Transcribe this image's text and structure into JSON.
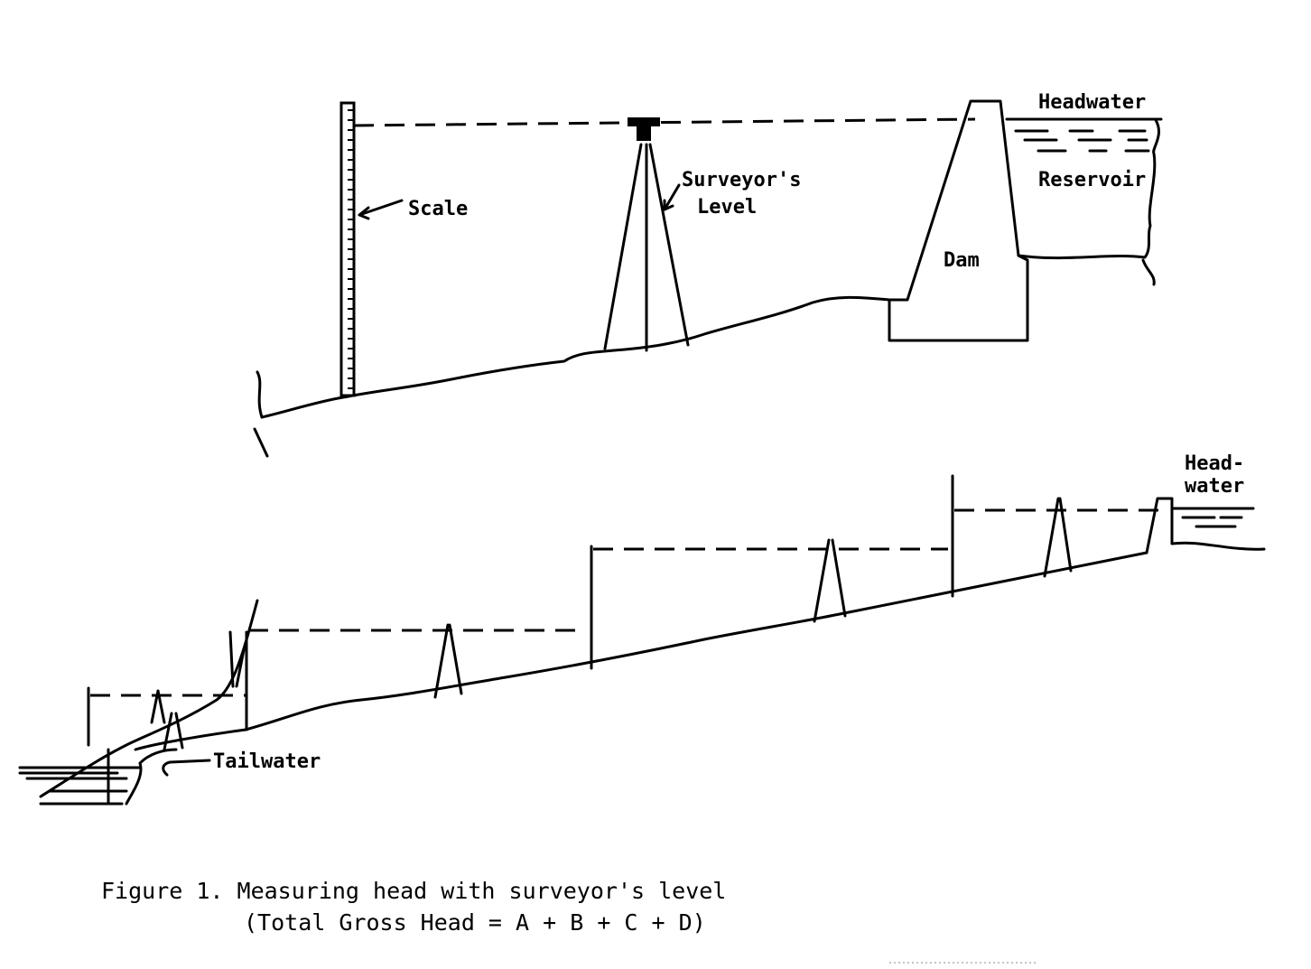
{
  "top_diagram": {
    "labels": {
      "scale": "Scale",
      "surveyors_level_line1": "Surveyor's",
      "surveyors_level_line2": "Level",
      "dam": "Dam",
      "headwater": "Headwater",
      "reservoir": "Reservoir"
    }
  },
  "bottom_diagram": {
    "labels": {
      "headwater_line1": "Head-",
      "headwater_line2": "water",
      "tailwater": "Tailwater"
    }
  },
  "caption": {
    "line1": "Figure 1. Measuring head with surveyor's level",
    "line2": "(Total Gross Head = A + B + C + D)"
  }
}
